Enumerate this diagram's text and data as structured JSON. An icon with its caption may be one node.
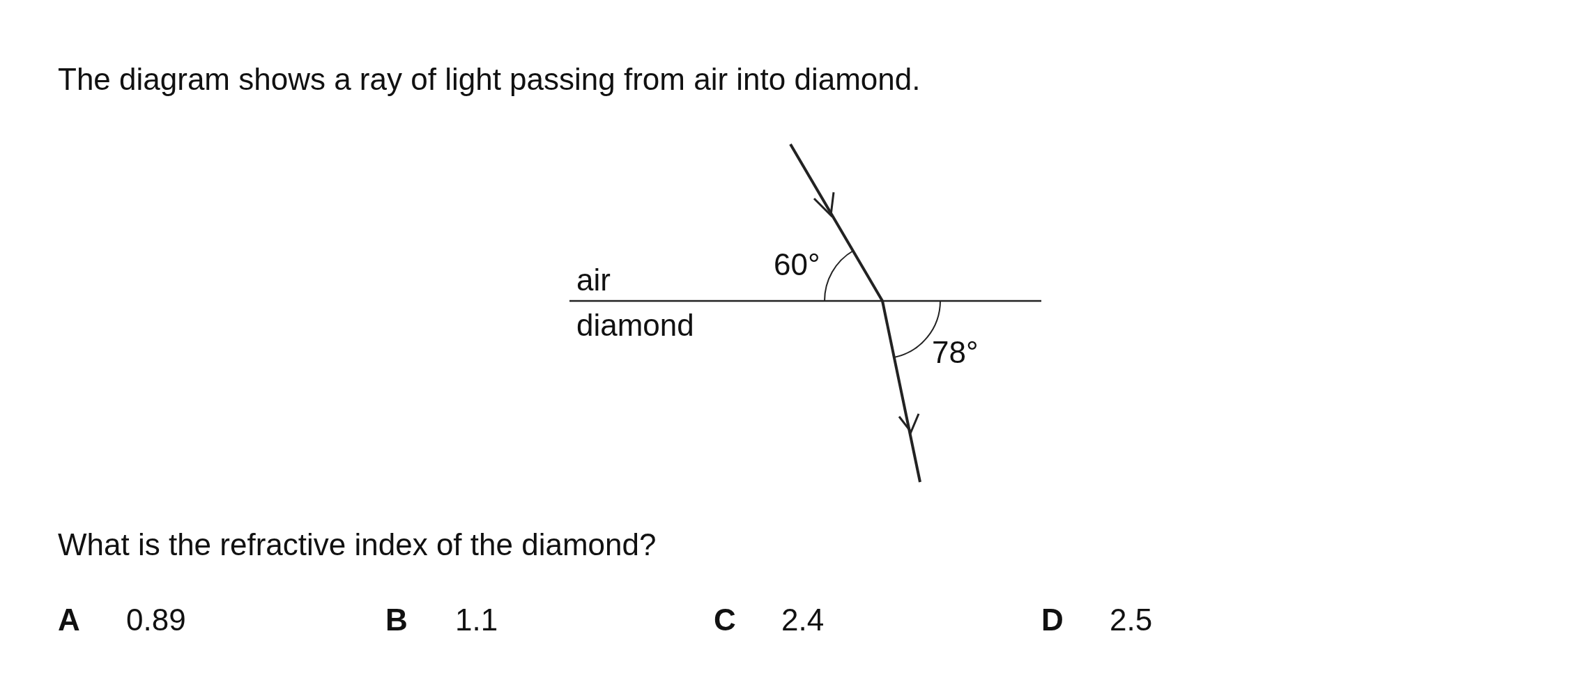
{
  "diagram": {
    "title": "The diagram shows a ray of light passing from air into diamond.",
    "labels": [
      "60°",
      "air",
      "diamond",
      "78°",
      "What is the refractive index of the diamond?",
      "A",
      "0.89",
      "B",
      "1.1",
      "C",
      "2.4",
      "D",
      "2.5"
    ]
  }
}
